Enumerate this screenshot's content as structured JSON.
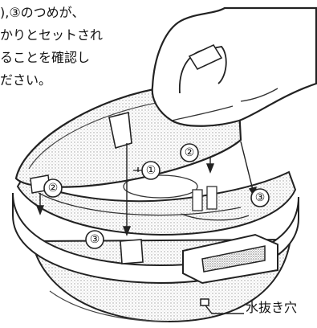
{
  "instruction": {
    "lines": [
      "),③のつめが、",
      "かりとセットされ",
      "ることを確認し",
      "ださい。"
    ]
  },
  "callouts": {
    "one": "①",
    "two": "②",
    "three": "③"
  },
  "drain_label": "水抜き穴"
}
